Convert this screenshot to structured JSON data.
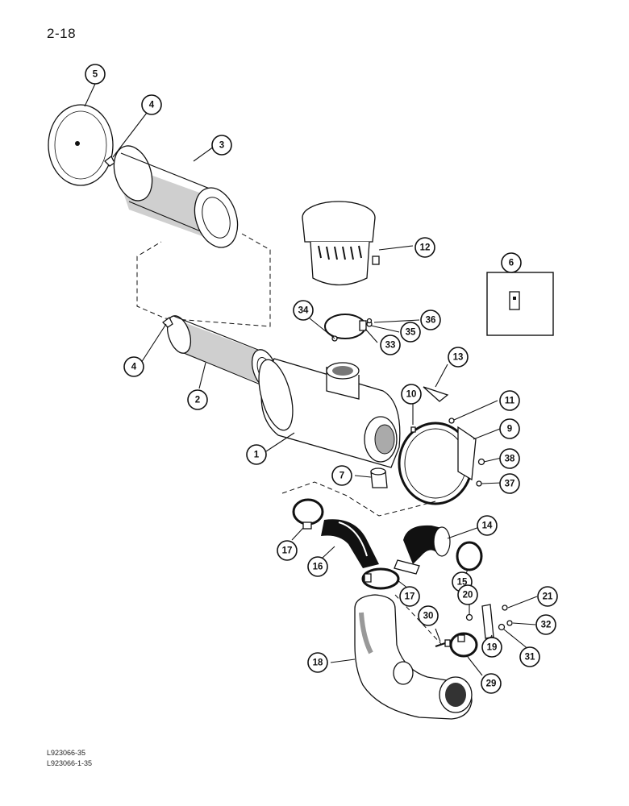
{
  "page_number": "2-18",
  "footer_codes": [
    "L923066-35",
    "L923066-1-35"
  ],
  "callouts": [
    "5",
    "4",
    "3",
    "12",
    "6",
    "34",
    "36",
    "35",
    "33",
    "4",
    "2",
    "13",
    "10",
    "11",
    "9",
    "1",
    "38",
    "7",
    "37",
    "14",
    "17",
    "16",
    "15",
    "17",
    "20",
    "21",
    "30",
    "32",
    "31",
    "19",
    "18",
    "29"
  ],
  "icons": {
    "diagram": "air-cleaner-exploded-view-illustration"
  }
}
